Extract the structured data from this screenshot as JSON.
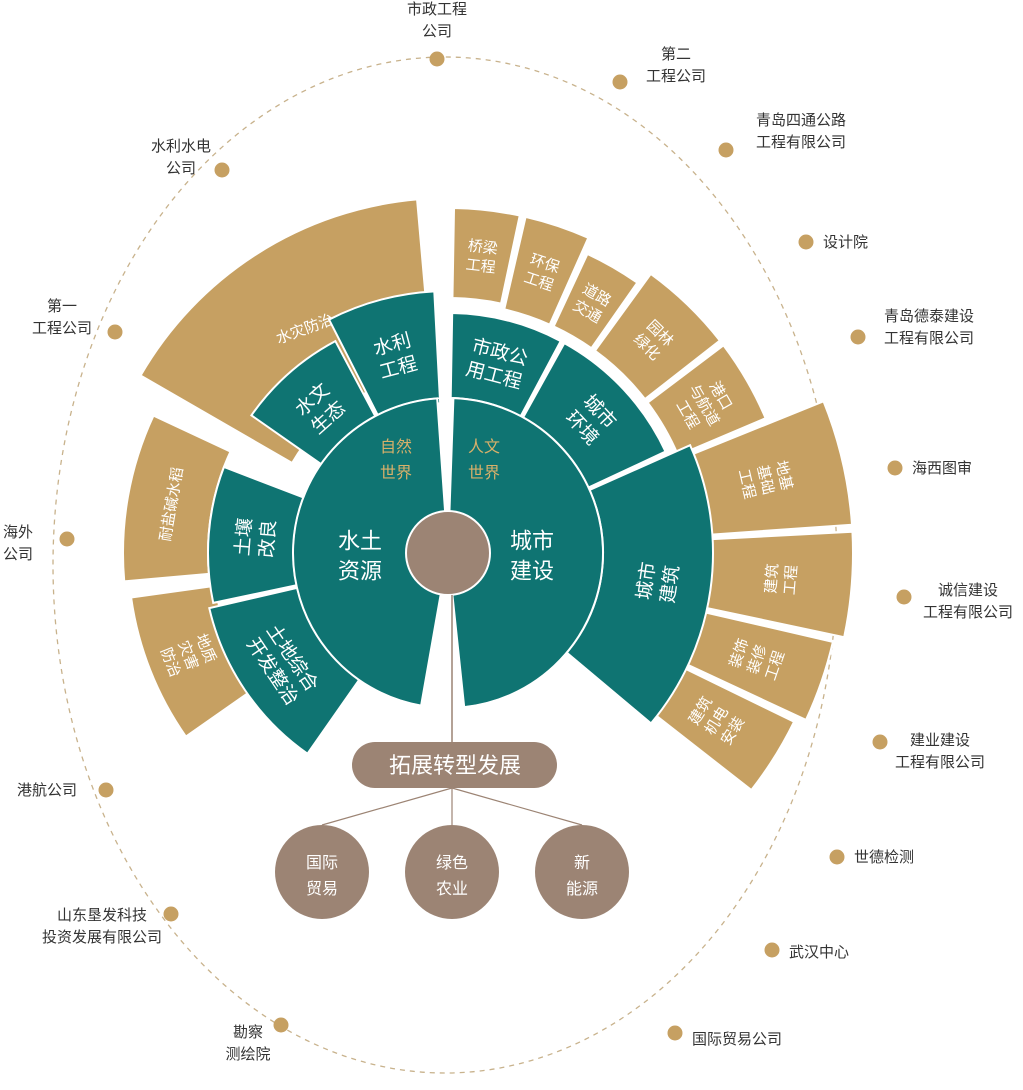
{
  "colors": {
    "teal": "#0f7472",
    "gold": "#c6a062",
    "taupe": "#9c8474",
    "ring": "#c8b28c",
    "text": "#333333",
    "world": "#d8b06a"
  },
  "center": {
    "left": {
      "label": "水土\n资源",
      "world": "自然\n世界"
    },
    "right": {
      "label": "城市\n建设",
      "world": "人文\n世界"
    }
  },
  "middle": [
    {
      "id": "shuitu",
      "label": "水文\n生态"
    },
    {
      "id": "shuili",
      "label": "水利\n工程"
    },
    {
      "id": "turang",
      "label": "土壤\n改良"
    },
    {
      "id": "tudi",
      "label": "土地综合\n开发整治"
    },
    {
      "id": "shizheng",
      "label": "市政公\n用工程"
    },
    {
      "id": "chengshihuanjing",
      "label": "城市\n环境"
    },
    {
      "id": "chengshijianzhu",
      "label": "城市\n建筑"
    }
  ],
  "outer": [
    {
      "id": "shuizai",
      "label": "水灾防治"
    },
    {
      "id": "naiyan",
      "label": "耐盐碱水稻"
    },
    {
      "id": "dizhi",
      "label": "地质\n灾害\n防治"
    },
    {
      "id": "qiaoliang",
      "label": "桥梁\n工程"
    },
    {
      "id": "huanbao",
      "label": "环保\n工程"
    },
    {
      "id": "daolu",
      "label": "道路\n交通"
    },
    {
      "id": "yuanlin",
      "label": "园林\n绿化"
    },
    {
      "id": "gangkou",
      "label": "港口\n与航道\n工程"
    },
    {
      "id": "diji",
      "label": "地基\n基础\n工程"
    },
    {
      "id": "jianzhugc",
      "label": "建筑\n工程"
    },
    {
      "id": "zhuangshi",
      "label": "装饰\n装修\n工程"
    },
    {
      "id": "jidian",
      "label": "建筑\n机电\n安装"
    }
  ],
  "ring": [
    {
      "id": "shizhenggs",
      "label": "市政工程\n公司"
    },
    {
      "id": "dier",
      "label": "第二\n工程公司"
    },
    {
      "id": "sitong",
      "label": "青岛四通公路\n工程有限公司"
    },
    {
      "id": "sheji",
      "label": "设计院"
    },
    {
      "id": "detai",
      "label": "青岛德泰建设\n工程有限公司"
    },
    {
      "id": "haixi",
      "label": "海西图审"
    },
    {
      "id": "chengxin",
      "label": "诚信建设\n工程有限公司"
    },
    {
      "id": "jianye",
      "label": "建业建设\n工程有限公司"
    },
    {
      "id": "shide",
      "label": "世德检测"
    },
    {
      "id": "wuhan",
      "label": "武汉中心"
    },
    {
      "id": "guojimaoyigs",
      "label": "国际贸易公司"
    },
    {
      "id": "kancha",
      "label": "勘察\n测绘院"
    },
    {
      "id": "kenfa",
      "label": "山东垦发科技\n投资发展有限公司"
    },
    {
      "id": "ganghang",
      "label": "港航公司"
    },
    {
      "id": "haiwai",
      "label": "海外\n公司"
    },
    {
      "id": "diyi",
      "label": "第一\n工程公司"
    },
    {
      "id": "shuilishuidian",
      "label": "水利水电\n公司"
    }
  ],
  "expansion": {
    "title": "拓展转型发展",
    "items": [
      {
        "id": "guojimaoyi",
        "label": "国际\n贸易"
      },
      {
        "id": "lvse",
        "label": "绿色\n农业"
      },
      {
        "id": "xin",
        "label": "新\n能源"
      }
    ]
  }
}
